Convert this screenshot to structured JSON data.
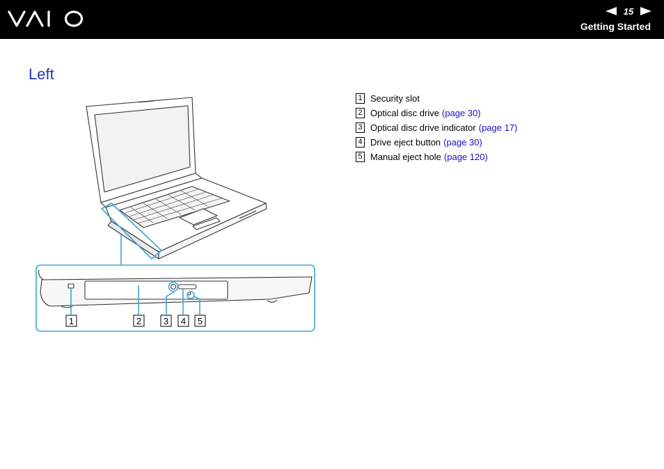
{
  "header": {
    "logo_alt": "VAIO",
    "page_number": "15",
    "section": "Getting Started",
    "colors": {
      "bar": "#000000",
      "text": "#ffffff"
    }
  },
  "page": {
    "title": "Left",
    "title_color": "#2b37b0",
    "link_color": "#1a0dcc",
    "callout_color": "#3aa5d8"
  },
  "callouts": [
    "1",
    "2",
    "3",
    "4",
    "5"
  ],
  "items": [
    {
      "num": "1",
      "text": "Security slot",
      "link": ""
    },
    {
      "num": "2",
      "text": "Optical disc drive",
      "link": "(page 30)"
    },
    {
      "num": "3",
      "text": "Optical disc drive indicator",
      "link": "(page 17)"
    },
    {
      "num": "4",
      "text": "Drive eject button",
      "link": "(page 30)"
    },
    {
      "num": "5",
      "text": "Manual eject hole",
      "link": "(page 120)"
    }
  ]
}
